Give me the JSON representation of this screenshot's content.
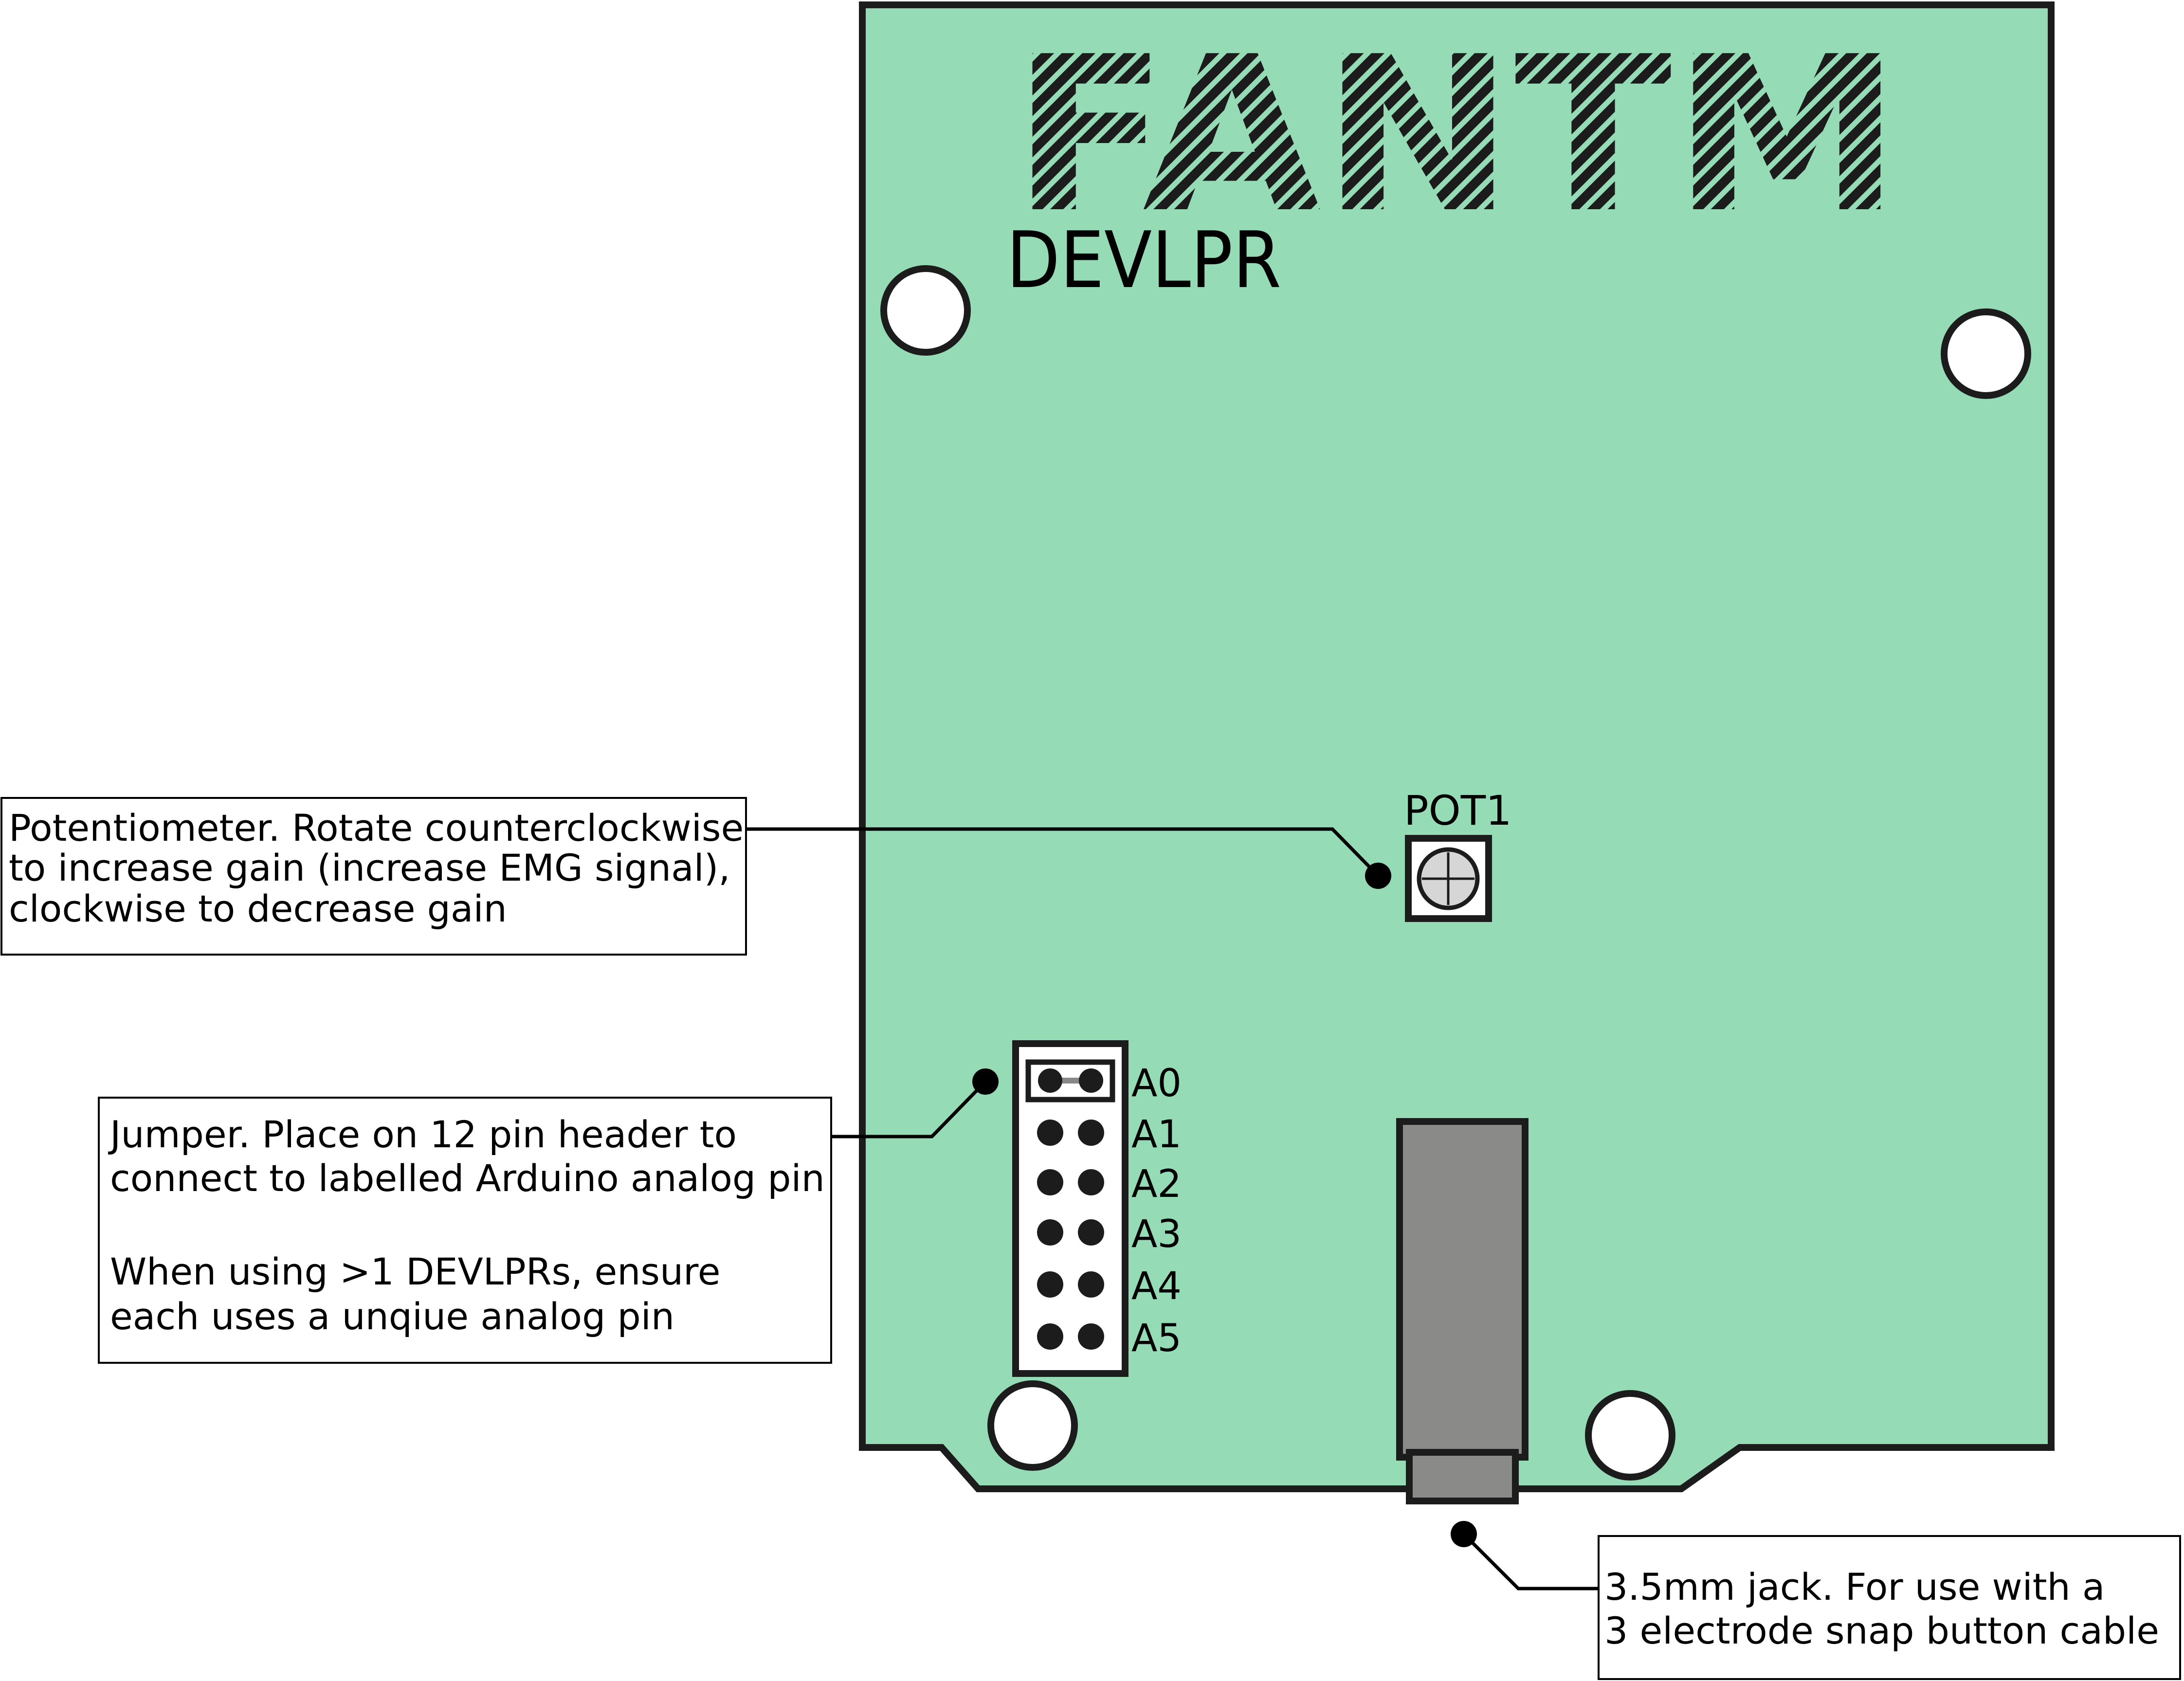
{
  "board": {
    "logo_text": "FANTM",
    "name": "DEVLPR",
    "color": "#94dbb6",
    "outline_color": "#1c1c1c"
  },
  "potentiometer": {
    "label": "POT1",
    "icon": "potentiometer-icon"
  },
  "header": {
    "pins": [
      "A0",
      "A1",
      "A2",
      "A3",
      "A4",
      "A5"
    ],
    "jumper_on": "A0"
  },
  "jack": {
    "body_color": "#8a8b88"
  },
  "callouts": {
    "potentiometer": [
      "Potentiometer. Rotate counterclockwise",
      "to increase gain (increase EMG signal),",
      "clockwise to decrease gain"
    ],
    "jumper": [
      "Jumper. Place on 12 pin header to",
      "connect to labelled Arduino analog pin",
      "",
      "When using >1 DEVLPRs, ensure",
      "each uses a unqiue analog pin"
    ],
    "jack": [
      "3.5mm jack. For use with a",
      "3 electrode snap button cable"
    ]
  }
}
